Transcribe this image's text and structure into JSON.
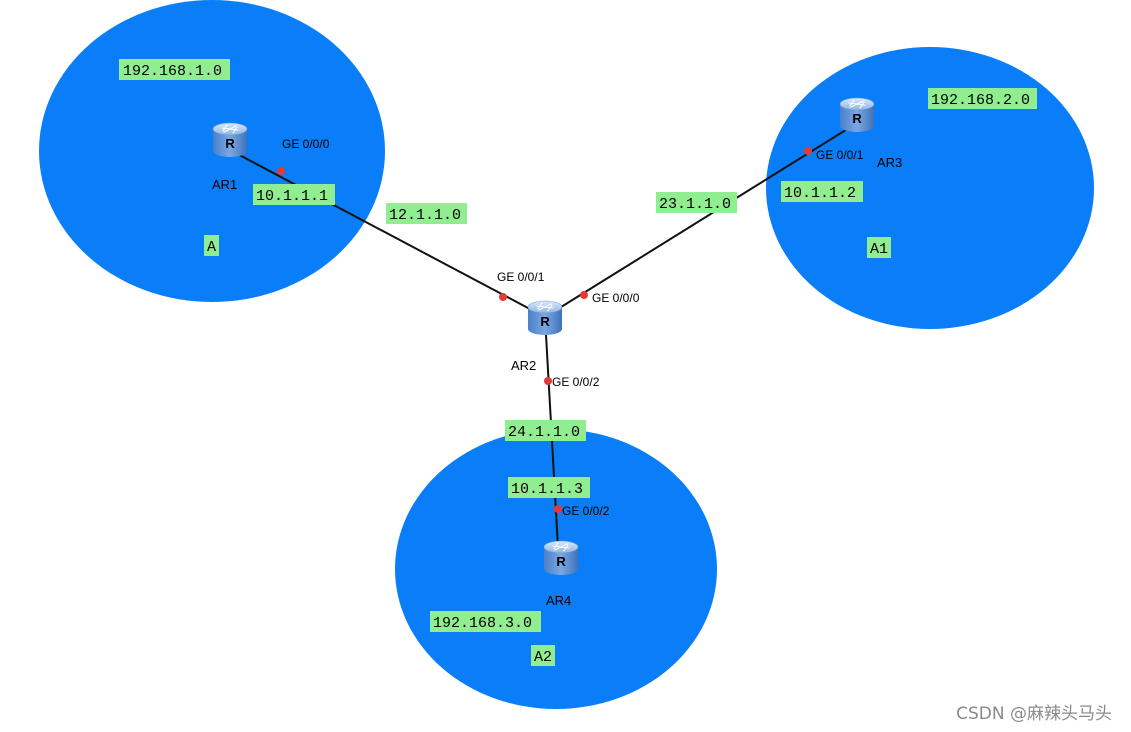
{
  "colors": {
    "area_fill": "#0a7ef8",
    "label_bg": "#90ee90",
    "link": "#111111",
    "port_dot": "#e53935",
    "router_body": "#5b8fd6"
  },
  "areas": {
    "a": {
      "name": "A",
      "network": "192.168.1.0"
    },
    "a1": {
      "name": "A1",
      "network": "192.168.2.0"
    },
    "a2": {
      "name": "A2",
      "network": "192.168.3.0"
    }
  },
  "routers": {
    "ar1": {
      "name": "AR1",
      "icon": "router-icon",
      "glyph": "R"
    },
    "ar2": {
      "name": "AR2",
      "icon": "router-icon",
      "glyph": "R"
    },
    "ar3": {
      "name": "AR3",
      "icon": "router-icon",
      "glyph": "R"
    },
    "ar4": {
      "name": "AR4",
      "icon": "router-icon",
      "glyph": "R"
    }
  },
  "links": {
    "ar1_ar2": {
      "network": "12.1.1.0",
      "port_a": "GE 0/0/0",
      "port_b": "GE 0/0/1"
    },
    "ar2_ar3": {
      "network": "23.1.1.0",
      "port_a": "GE 0/0/0",
      "port_b": "GE 0/0/1"
    },
    "ar2_ar4": {
      "network": "24.1.1.0",
      "port_a": "GE 0/0/2",
      "port_b": "GE 0/0/2"
    }
  },
  "router_ids": {
    "ar1": "10.1.1.1",
    "ar3": "10.1.1.2",
    "ar4": "10.1.1.3"
  },
  "watermark": "CSDN @麻辣头马头"
}
